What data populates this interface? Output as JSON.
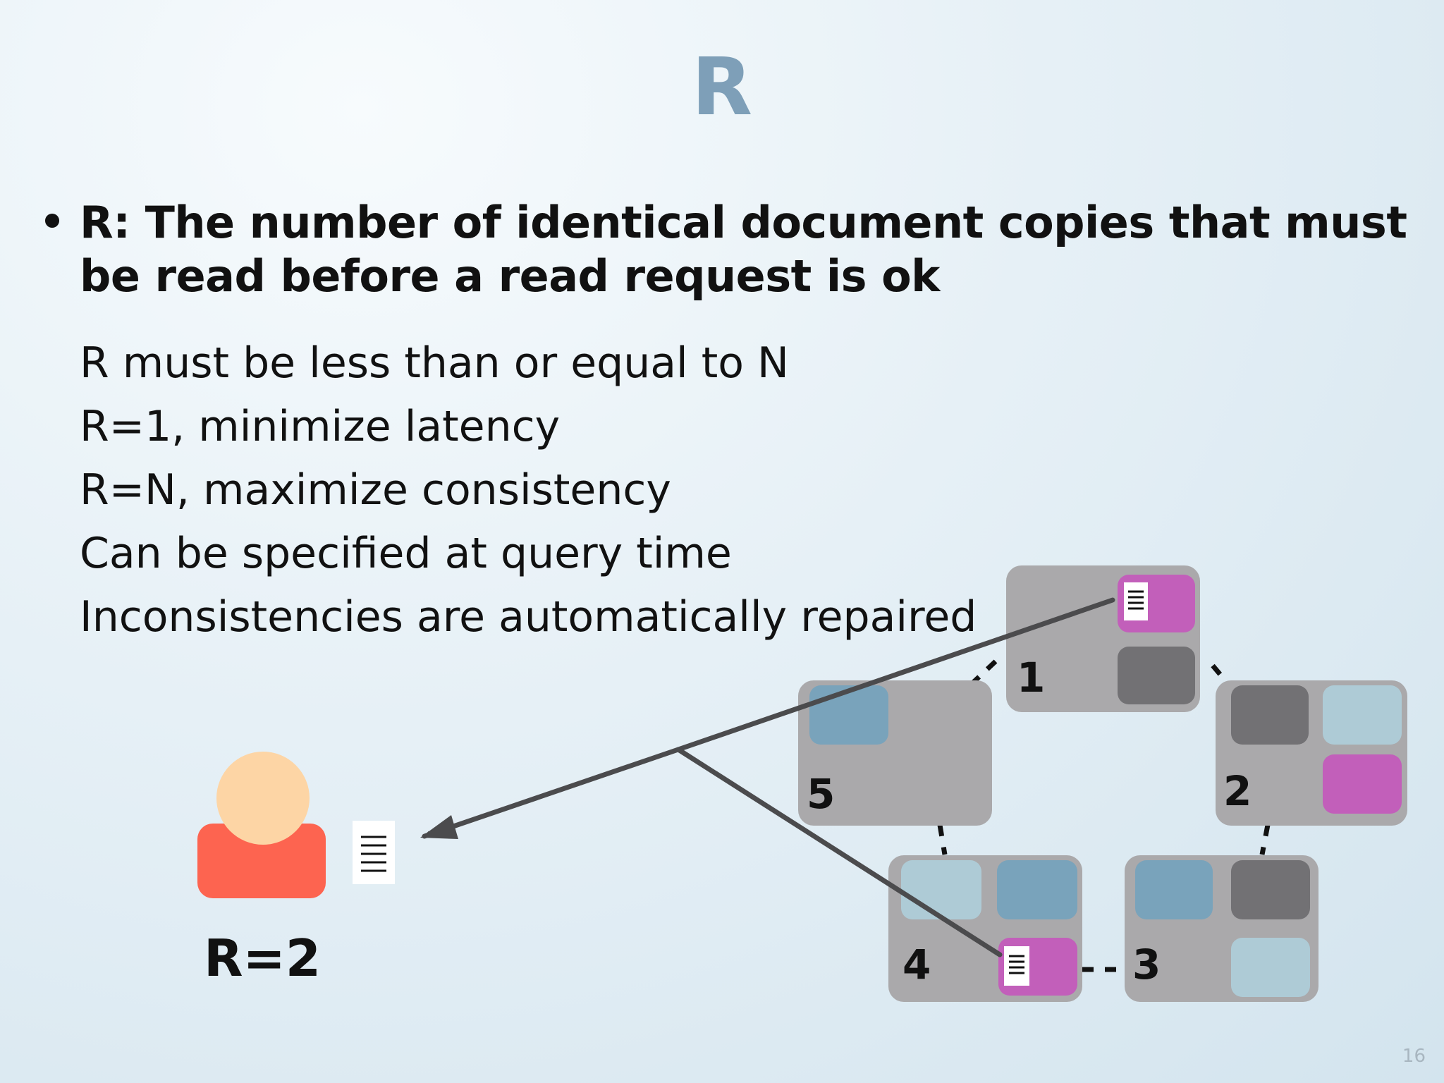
{
  "slide": {
    "title": "R",
    "bullet": "R: The number of identical document copies that must be read before a read request is ok",
    "sub_items": [
      "R must be less than or equal to N",
      "R=1, minimize latency",
      "R=N, maximize consistency",
      "Can be specified at query time",
      "Inconsistencies are automatically repaired"
    ],
    "page_number": "16"
  },
  "diagram": {
    "node_labels": [
      "1",
      "2",
      "3",
      "4",
      "5"
    ],
    "client_label": "R=2",
    "colors": {
      "node": "#aaa9ab",
      "dark_block": "#727174",
      "light_blue": "#aecbd6",
      "steel_blue": "#79a3bb",
      "magenta": "#c25fba",
      "client_body": "#fd6450",
      "client_head": "#fdd5a5",
      "arrow": "#4b4b4d"
    }
  }
}
